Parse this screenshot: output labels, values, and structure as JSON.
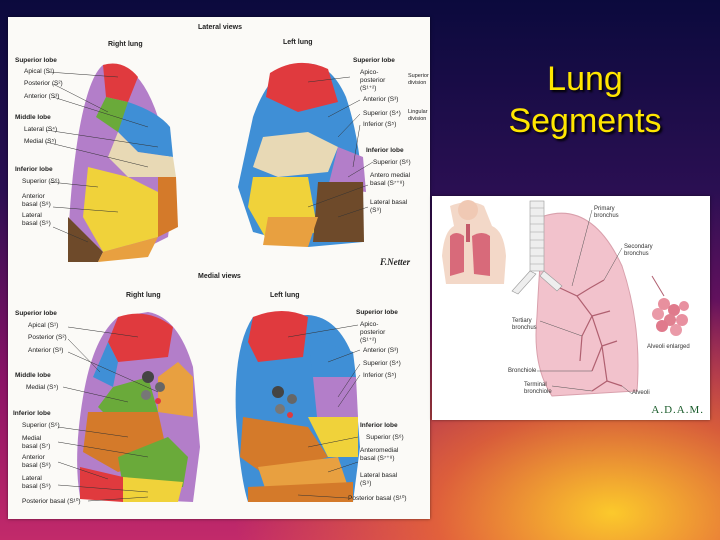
{
  "slide": {
    "title_line1": "Lung",
    "title_line2": "Segments"
  },
  "atlas": {
    "lateral_heading": "Lateral views",
    "medial_heading": "Medial views",
    "right_lung": "Right lung",
    "left_lung": "Left lung",
    "right_lateral_labels": [
      {
        "text": "Superior lobe",
        "bold": true
      },
      {
        "text": "Apical (S¹)"
      },
      {
        "text": "Posterior (S²)"
      },
      {
        "text": "Anterior (S³)"
      },
      {
        "text": "Middle lobe",
        "bold": true
      },
      {
        "text": "Lateral (S⁴)"
      },
      {
        "text": "Medial (S⁵)"
      },
      {
        "text": "Inferior lobe",
        "bold": true
      },
      {
        "text": "Superior (S⁶)"
      },
      {
        "text": "Anterior basal (S⁸)"
      },
      {
        "text": "Lateral basal (S⁹)"
      }
    ],
    "left_lateral_labels": [
      {
        "text": "Superior lobe",
        "bold": true
      },
      {
        "text": "Apico-posterior (S¹⁺²)"
      },
      {
        "text": "Anterior (S³)"
      },
      {
        "text": "Superior (S⁴)"
      },
      {
        "text": "Inferior (S⁵)"
      },
      {
        "text": "Inferior lobe",
        "bold": true
      },
      {
        "text": "Superior (S⁶)"
      },
      {
        "text": "Antero medial basal (S⁷⁺⁸)"
      },
      {
        "text": "Lateral basal (S⁹)"
      }
    ],
    "bracket_labels": {
      "superior_division": "Superior division",
      "lingular_division": "Lingular division"
    },
    "right_medial_labels": [
      {
        "text": "Superior lobe",
        "bold": true
      },
      {
        "text": "Apical (S¹)"
      },
      {
        "text": "Posterior (S²)"
      },
      {
        "text": "Anterior (S³)"
      },
      {
        "text": "Middle lobe",
        "bold": true
      },
      {
        "text": "Medial (S⁵)"
      },
      {
        "text": "Inferior lobe",
        "bold": true
      },
      {
        "text": "Superior (S⁶)"
      },
      {
        "text": "Medial basal (S⁷)"
      },
      {
        "text": "Anterior basal (S⁸)"
      },
      {
        "text": "Lateral basal (S⁹)"
      },
      {
        "text": "Posterior basal (S¹⁰)"
      }
    ],
    "left_medial_labels": [
      {
        "text": "Superior lobe",
        "bold": true
      },
      {
        "text": "Apico-posterior (S¹⁺²)"
      },
      {
        "text": "Anterior (S³)"
      },
      {
        "text": "Superior (S⁴)"
      },
      {
        "text": "Inferior (S⁵)"
      },
      {
        "text": "Inferior lobe",
        "bold": true
      },
      {
        "text": "Superior (S⁶)"
      },
      {
        "text": "Anteromedial basal (S⁷⁺⁸)"
      },
      {
        "text": "Lateral basal (S⁹)"
      },
      {
        "text": "Posterior basal (S¹⁰)"
      }
    ]
  },
  "adam": {
    "labels": {
      "primary": "Primary bronchus",
      "secondary": "Secondary bronchus",
      "tertiary": "Tertiary bronchus",
      "alveoli_enlarged": "Alveoli enlarged",
      "bronchiole": "Bronchiole",
      "terminal": "Terminal bronchiole",
      "alveoli": "Alveoli"
    },
    "brand": "A.D.A.M."
  },
  "colors": {
    "red": "#e03a3e",
    "blue": "#3f8fd6",
    "green": "#6aaa3a",
    "purple": "#b37ec9",
    "yellow": "#f0d23a",
    "orange": "#d47a2a",
    "brown": "#6e4a2a",
    "tan": "#e8d9b5",
    "title": "#ffe600"
  }
}
